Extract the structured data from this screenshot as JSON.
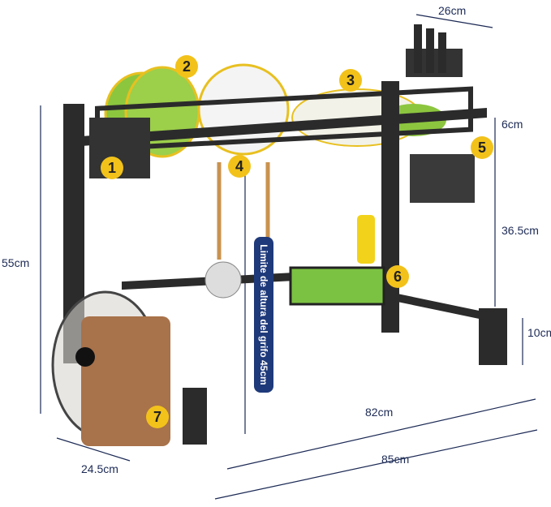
{
  "dimensions": {
    "top_width": "26cm",
    "upper_gap": "6cm",
    "middle_height": "36.5cm",
    "total_height": "55cm",
    "leg_height": "10cm",
    "depth": "24.5cm",
    "inner_width": "82cm",
    "outer_width": "85cm"
  },
  "faucet_label": "Limite de altura del grifo 45cm",
  "badges": [
    "1",
    "2",
    "3",
    "4",
    "5",
    "6",
    "7"
  ],
  "colors": {
    "frame": "#2b2b2b",
    "badge": "#f2c21b",
    "dim_line": "#1c2a55",
    "label_bg": "#1f3a7a",
    "plates": "#8cc63f"
  }
}
